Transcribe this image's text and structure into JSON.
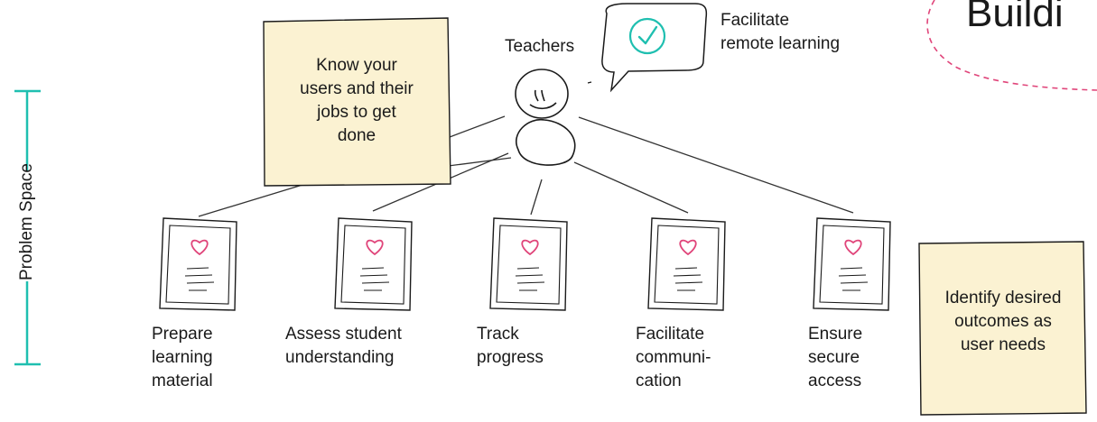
{
  "title_fragment": "Buildi",
  "side_label": "Problem Space",
  "persona": {
    "label": "Teachers",
    "icon": "stick-figure-icon"
  },
  "speech": {
    "icon": "checkmark-circle-icon",
    "text": "Facilitate\nremote learning"
  },
  "sticky_notes": [
    {
      "text": "Know your\nusers and their\njobs to get\ndone"
    },
    {
      "text": "Identify desired\noutcomes as\nuser needs"
    }
  ],
  "needs": [
    {
      "label": "Prepare\nlearning\nmaterial",
      "icon": "heart-document-icon"
    },
    {
      "label": "Assess student\nunderstanding",
      "icon": "heart-document-icon"
    },
    {
      "label": "Track\nprogress",
      "icon": "heart-document-icon"
    },
    {
      "label": "Facilitate\ncommuni-\ncation",
      "icon": "heart-document-icon"
    },
    {
      "label": "Ensure\nsecure\naccess",
      "icon": "heart-document-icon"
    }
  ],
  "colors": {
    "sticky": "#fbf2d2",
    "accent_teal": "#1fbfb0",
    "heart": "#e0457a",
    "dashed_border": "#e0457a",
    "ink": "#1a1a1a"
  }
}
